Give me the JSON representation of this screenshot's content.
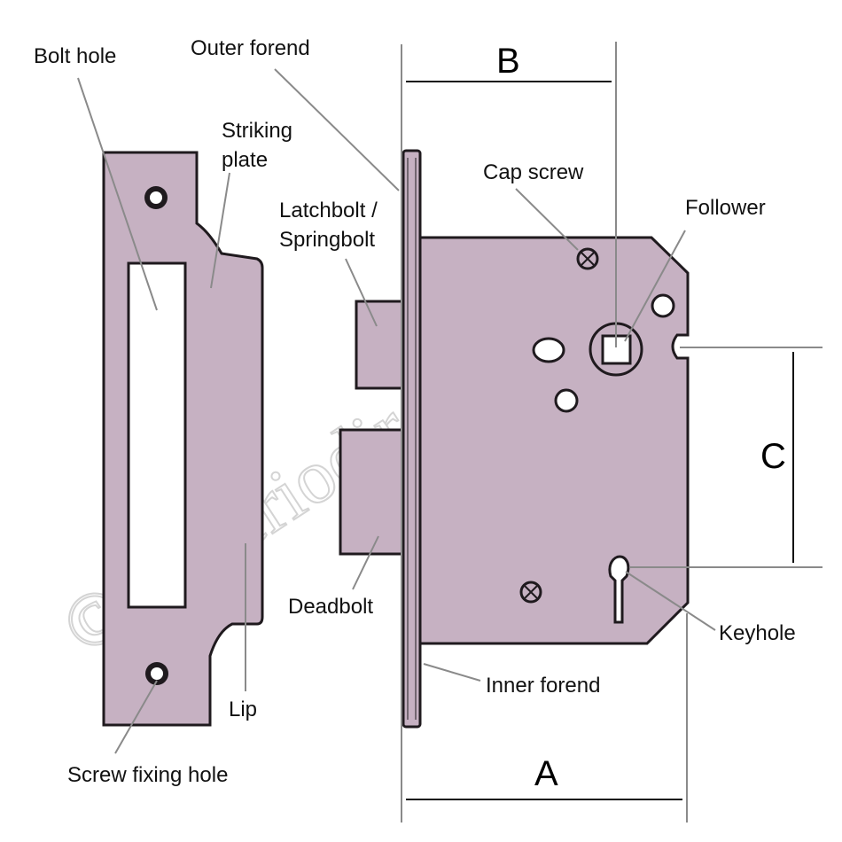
{
  "labels": {
    "bolt_hole": "Bolt hole",
    "outer_forend": "Outer forend",
    "striking_plate_1": "Striking",
    "striking_plate_2": "plate",
    "latchbolt_1": "Latchbolt /",
    "latchbolt_2": "Springbolt",
    "cap_screw": "Cap screw",
    "follower": "Follower",
    "deadbolt": "Deadbolt",
    "keyhole": "Keyhole",
    "inner_forend": "Inner forend",
    "lip": "Lip",
    "screw_fixing_hole": "Screw fixing hole"
  },
  "dimensions": {
    "a": "A",
    "b": "B",
    "c": "C"
  },
  "watermark": "©theperiodironmonger",
  "colors": {
    "metal": "#c6b1c2",
    "outline": "#1f1a1e",
    "leader": "#8a8a8a",
    "dim_line": "#111111"
  }
}
